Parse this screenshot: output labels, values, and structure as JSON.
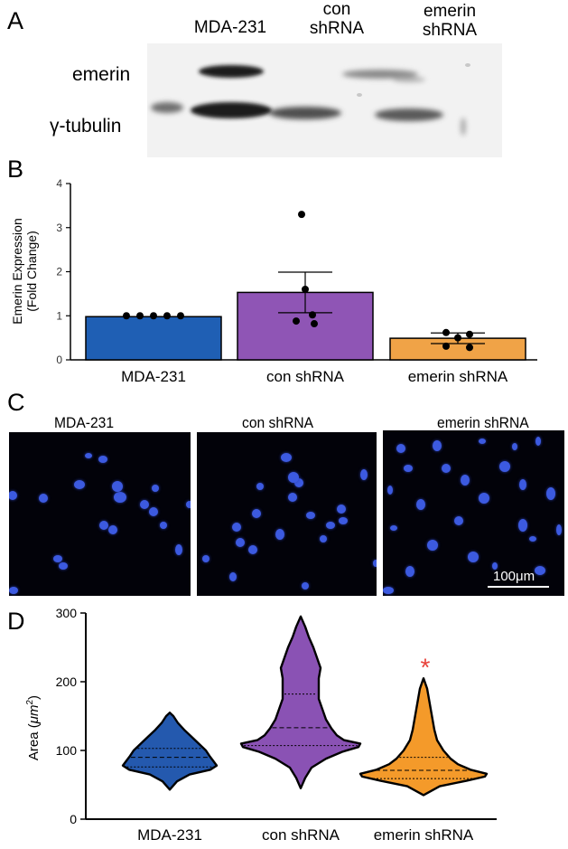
{
  "panels": {
    "a": "A",
    "b": "B",
    "c": "C",
    "d": "D"
  },
  "blot": {
    "lane_labels": [
      "MDA-231",
      "con\nshRNA",
      "emerin\nshRNA"
    ],
    "row_labels": [
      "emerin",
      "γ-tubulin"
    ]
  },
  "micrographs": {
    "titles": [
      "MDA-231",
      "con shRNA",
      "emerin shRNA"
    ],
    "scale_bar": "100μm",
    "nucleus_color": "#3c5ae0"
  },
  "chart_data": [
    {
      "type": "bar",
      "panel": "B",
      "ylabel_line1": "Emerin Expression",
      "ylabel_line2": "(Fold Change)",
      "categories": [
        "MDA-231",
        "con shRNA",
        "emerin shRNA"
      ],
      "values": [
        0.98,
        1.53,
        0.49
      ],
      "error": [
        0.0,
        0.46,
        0.12
      ],
      "points": [
        [
          1.0,
          1.0,
          1.0,
          1.0,
          1.0
        ],
        [
          3.3,
          1.6,
          1.02,
          0.88,
          0.82
        ],
        [
          0.62,
          0.58,
          0.5,
          0.31,
          0.28
        ]
      ],
      "colors": [
        "#1f5fb4",
        "#8f55b5",
        "#f0a347"
      ],
      "ylim": [
        0,
        4
      ],
      "yticks": [
        "0",
        "1",
        "2",
        "3",
        "4"
      ]
    },
    {
      "type": "violin",
      "panel": "D",
      "ylabel_main": "Area (",
      "ylabel_unit": "μm",
      "ylabel_sup": "2",
      "ylabel_close": ")",
      "categories": [
        "MDA-231",
        "con shRNA",
        "emerin shRNA"
      ],
      "colors": [
        "#2459ae",
        "#8a52b4",
        "#f49a2a"
      ],
      "ylim": [
        0,
        300
      ],
      "yticks": [
        "0",
        "100",
        "200",
        "300"
      ],
      "min": [
        43,
        45,
        35
      ],
      "max": [
        155,
        295,
        205
      ],
      "quartiles": [
        [
          76,
          90,
          103
        ],
        [
          107,
          133,
          182
        ],
        [
          59,
          71,
          90
        ]
      ],
      "significance": "*",
      "significance_color": "#e8413a"
    }
  ]
}
